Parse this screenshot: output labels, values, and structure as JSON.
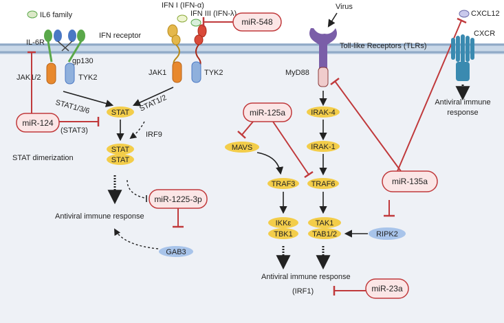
{
  "labels": {
    "il6_family": "IL6 family",
    "il6r": "IL-6R",
    "gp130": "gp130",
    "jak12": "JAK1/2",
    "tyk2_left": "TYK2",
    "ifn1": "IFN I (IFN-α)",
    "ifn3": "IFN III (IFN-λ)",
    "ifn_receptor": "IFN receptor",
    "jak1": "JAK1",
    "tyk2_right": "TYK2",
    "stat1_3_6": "STAT1/3/6",
    "stat1_2": "STAT1/2",
    "stat3": "(STAT3)",
    "irf9": "IRF9",
    "stat_dimerization": "STAT dimerization",
    "antiviral_left": "Antiviral immune response",
    "virus": "Virus",
    "tlrs": "Toll-like Receptors (TLRs)",
    "myd88": "MyD88",
    "cxcl12": "CXCL12",
    "cxcr": "CXCR",
    "antiviral_right_line1": "Antiviral immune",
    "antiviral_right_line2": "response",
    "antiviral_center": "Antiviral immune response",
    "irf1": "(IRF1)"
  },
  "nodes": {
    "stat": "STAT",
    "stat_dimer_1": "STAT",
    "stat_dimer_2": "STAT",
    "gab3": "GAB3",
    "irak4": "IRAK-4",
    "irak1": "IRAK-1",
    "mavs": "MAVS",
    "traf3": "TRAF3",
    "traf6": "TRAF6",
    "ikke": "IKKε",
    "tbk1": "TBK1",
    "tak1": "TAK1",
    "tab12": "TAB1/2",
    "ripk2": "RIPK2"
  },
  "mirnas": {
    "mir548": "miR-548",
    "mir124": "miR-124",
    "mir1225": "miR-1225-3p",
    "mir125a": "miR-125a",
    "mir135a": "miR-135a",
    "mir23a": "miR-23a"
  },
  "colors": {
    "background": "#eef1f6",
    "membrane": "#a9bfd6",
    "protein_yellow": "#f3cd4a",
    "protein_blue": "#a8c4ea",
    "mirna_fill": "#fbe6e6",
    "mirna_border": "#c0393b",
    "inhibition": "#c0393b",
    "arrow": "#222222",
    "receptor_green": "#5aa84a",
    "receptor_blue": "#4a78c4",
    "jak_orange": "#e8892e",
    "tyk_blue": "#8fb0dc",
    "tlr_purple": "#7a5ea8",
    "cxcr_teal": "#3a8ab0",
    "myd88_pink": "#f0cccc"
  }
}
